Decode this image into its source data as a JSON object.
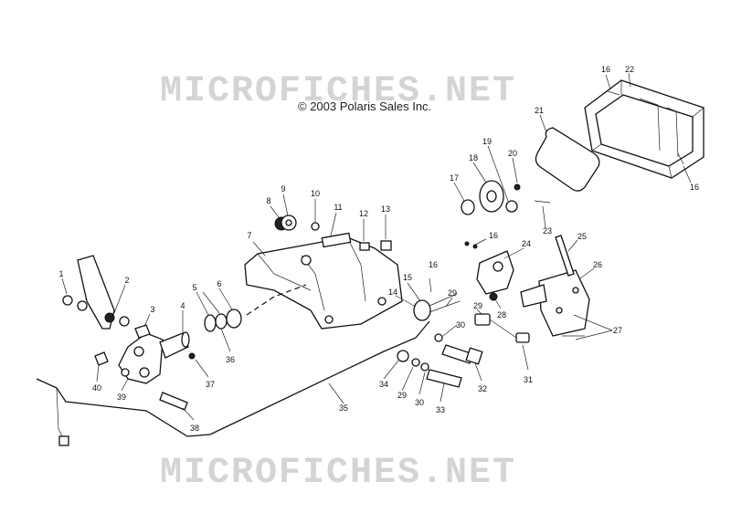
{
  "watermark": {
    "top": "MICROFICHES.NET",
    "bottom": "MICROFICHES.NET"
  },
  "copyright": "© 2003 Polaris Sales Inc.",
  "callouts": [
    {
      "id": "c1",
      "label": "1"
    },
    {
      "id": "c2",
      "label": "2"
    },
    {
      "id": "c3",
      "label": "3"
    },
    {
      "id": "c4",
      "label": "4"
    },
    {
      "id": "c5",
      "label": "5"
    },
    {
      "id": "c6",
      "label": "6"
    },
    {
      "id": "c7",
      "label": "7"
    },
    {
      "id": "c8",
      "label": "8"
    },
    {
      "id": "c9",
      "label": "9"
    },
    {
      "id": "c10",
      "label": "10"
    },
    {
      "id": "c11",
      "label": "11"
    },
    {
      "id": "c12",
      "label": "12"
    },
    {
      "id": "c13",
      "label": "13"
    },
    {
      "id": "c14",
      "label": "14"
    },
    {
      "id": "c15",
      "label": "15"
    },
    {
      "id": "c16a",
      "label": "16"
    },
    {
      "id": "c16b",
      "label": "16"
    },
    {
      "id": "c16c",
      "label": "16"
    },
    {
      "id": "c16d",
      "label": "16"
    },
    {
      "id": "c17",
      "label": "17"
    },
    {
      "id": "c18",
      "label": "18"
    },
    {
      "id": "c19",
      "label": "19"
    },
    {
      "id": "c20",
      "label": "20"
    },
    {
      "id": "c21",
      "label": "21"
    },
    {
      "id": "c22",
      "label": "22"
    },
    {
      "id": "c23",
      "label": "23"
    },
    {
      "id": "c24",
      "label": "24"
    },
    {
      "id": "c25",
      "label": "25"
    },
    {
      "id": "c26",
      "label": "26"
    },
    {
      "id": "c27",
      "label": "27"
    },
    {
      "id": "c28",
      "label": "28"
    },
    {
      "id": "c29a",
      "label": "29"
    },
    {
      "id": "c29b",
      "label": "29"
    },
    {
      "id": "c29c",
      "label": "29"
    },
    {
      "id": "c30a",
      "label": "30"
    },
    {
      "id": "c30b",
      "label": "30"
    },
    {
      "id": "c31",
      "label": "31"
    },
    {
      "id": "c32",
      "label": "32"
    },
    {
      "id": "c33",
      "label": "33"
    },
    {
      "id": "c34",
      "label": "34"
    },
    {
      "id": "c35",
      "label": "35"
    },
    {
      "id": "c36",
      "label": "36"
    },
    {
      "id": "c37",
      "label": "37"
    },
    {
      "id": "c38",
      "label": "38"
    },
    {
      "id": "c39",
      "label": "39"
    },
    {
      "id": "c40",
      "label": "40"
    }
  ]
}
